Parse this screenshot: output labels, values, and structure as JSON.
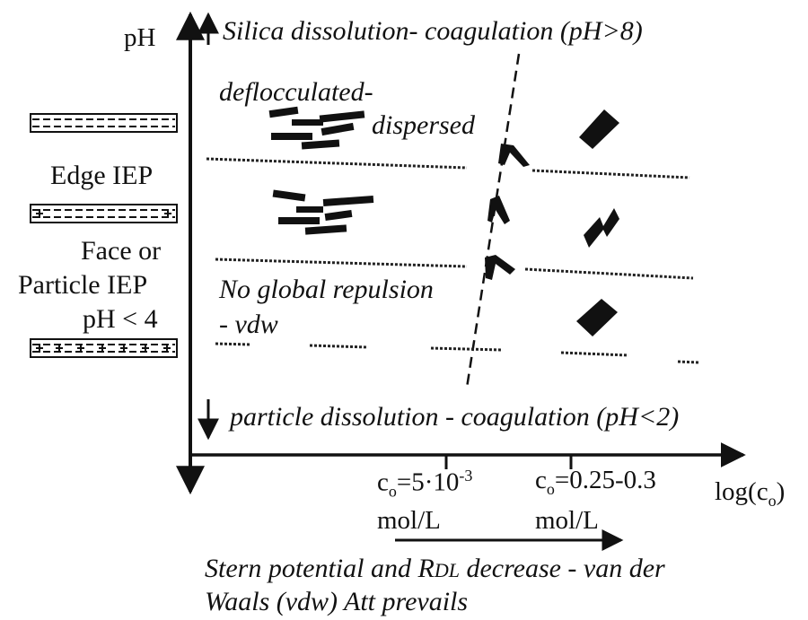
{
  "axes": {
    "y_label": "pH",
    "x_label_main": "log(c",
    "x_label_sub": "o",
    "x_label_close": ")"
  },
  "regions": {
    "top": "Silica  dissolution- coagulation (pH>8)",
    "bottom": "particle dissolution - coagulation (pH<2)",
    "deflocculated_line1": "deflocculated-",
    "deflocculated_line2": "dispersed",
    "no_repulsion_line1": "No global repulsion",
    "no_repulsion_line2": "- vdw"
  },
  "left_labels": {
    "edge_iep": "Edge IEP",
    "face_line1": "Face or",
    "face_line2": "Particle  IEP",
    "ph_lt4": "pH < 4"
  },
  "x_ticks": [
    {
      "c": "c",
      "sub": "o",
      "eq": "=5·10",
      "sup": "-3",
      "unit": "mol/L"
    },
    {
      "c": "c",
      "sub": "o",
      "eq": "=0.25-0.3",
      "sup": "",
      "unit": "mol/L"
    }
  ],
  "caption": {
    "line1_a": "Stern potential and R",
    "line1_dl": "DL",
    "line1_b": " decrease - van der",
    "line2": "Waals (vdw) Att prevails"
  }
}
